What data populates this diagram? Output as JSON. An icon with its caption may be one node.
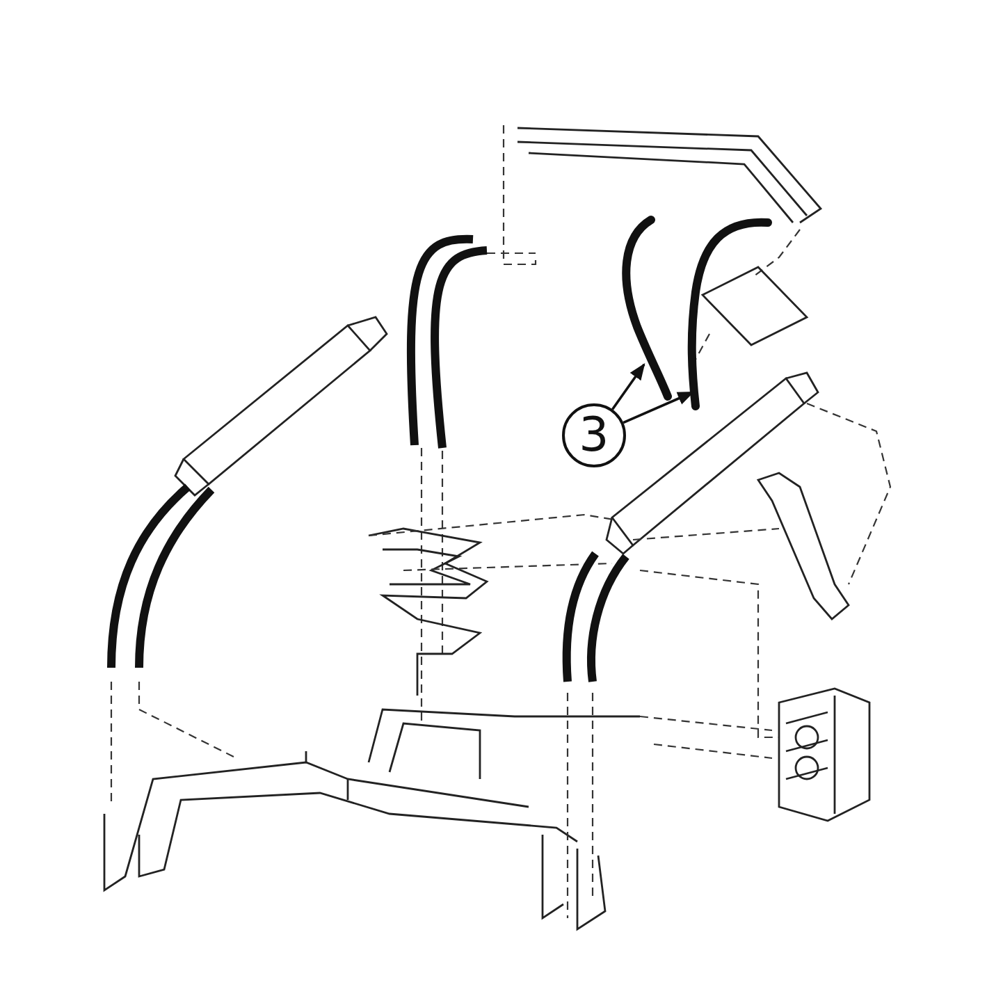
{
  "diagram": {
    "nodes": [
      {
        "text": [
          "3"
        ]
      },
      {
        "text": [],
        "shape": "picture"
      },
      {
        "text": [],
        "shape": "picture"
      }
    ],
    "edges": [
      {
        "from": 0,
        "to": 1,
        "arrow": "to"
      },
      {
        "from": 0,
        "to": 2,
        "arrow": "to"
      }
    ]
  }
}
